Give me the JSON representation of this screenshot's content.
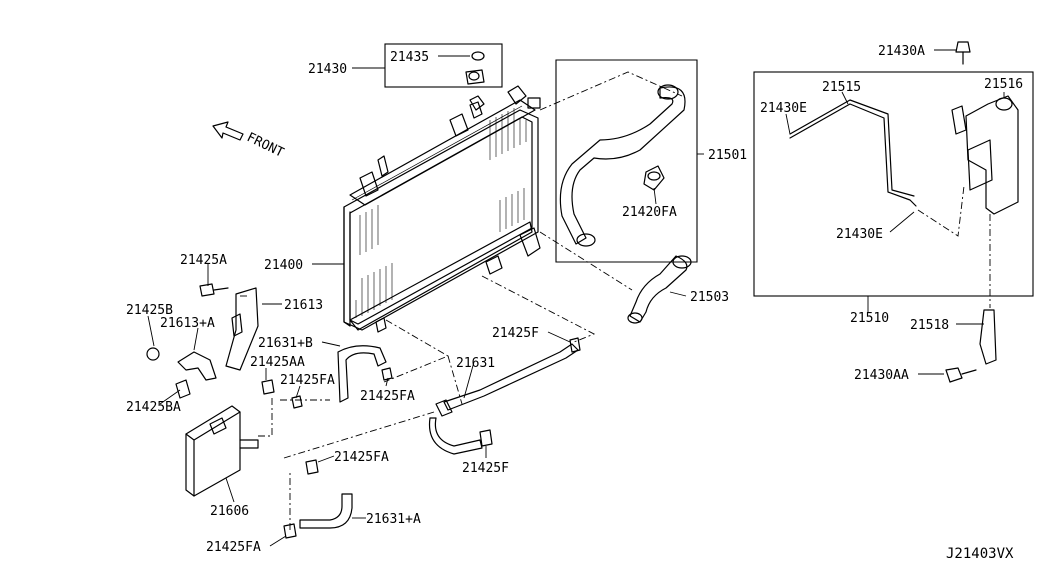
{
  "direction_label": "FRONT",
  "drawing_ref": "J21403VX",
  "labels": {
    "p21430A": "21430A",
    "p21430": "21430",
    "p21435": "21435",
    "p21515": "21515",
    "p21516": "21516",
    "p21430E_top": "21430E",
    "p21501": "21501",
    "p21420FA": "21420FA",
    "p21430E_low": "21430E",
    "p21400": "21400",
    "p21503": "21503",
    "p21510": "21510",
    "p21425A": "21425A",
    "p21613": "21613",
    "p21425B": "21425B",
    "p21613A": "21613+A",
    "p21631B": "21631+B",
    "p21425F_top": "21425F",
    "p21518": "21518",
    "p21425AA": "21425AA",
    "p21631": "21631",
    "p21430AA": "21430AA",
    "p21425FA_a": "21425FA",
    "p21425BA": "21425BA",
    "p21425FA_b": "21425FA",
    "p21425FA_c": "21425FA",
    "p21425F_low": "21425F",
    "p21606": "21606",
    "p21631A": "21631+A",
    "p21425FA_d": "21425FA"
  }
}
